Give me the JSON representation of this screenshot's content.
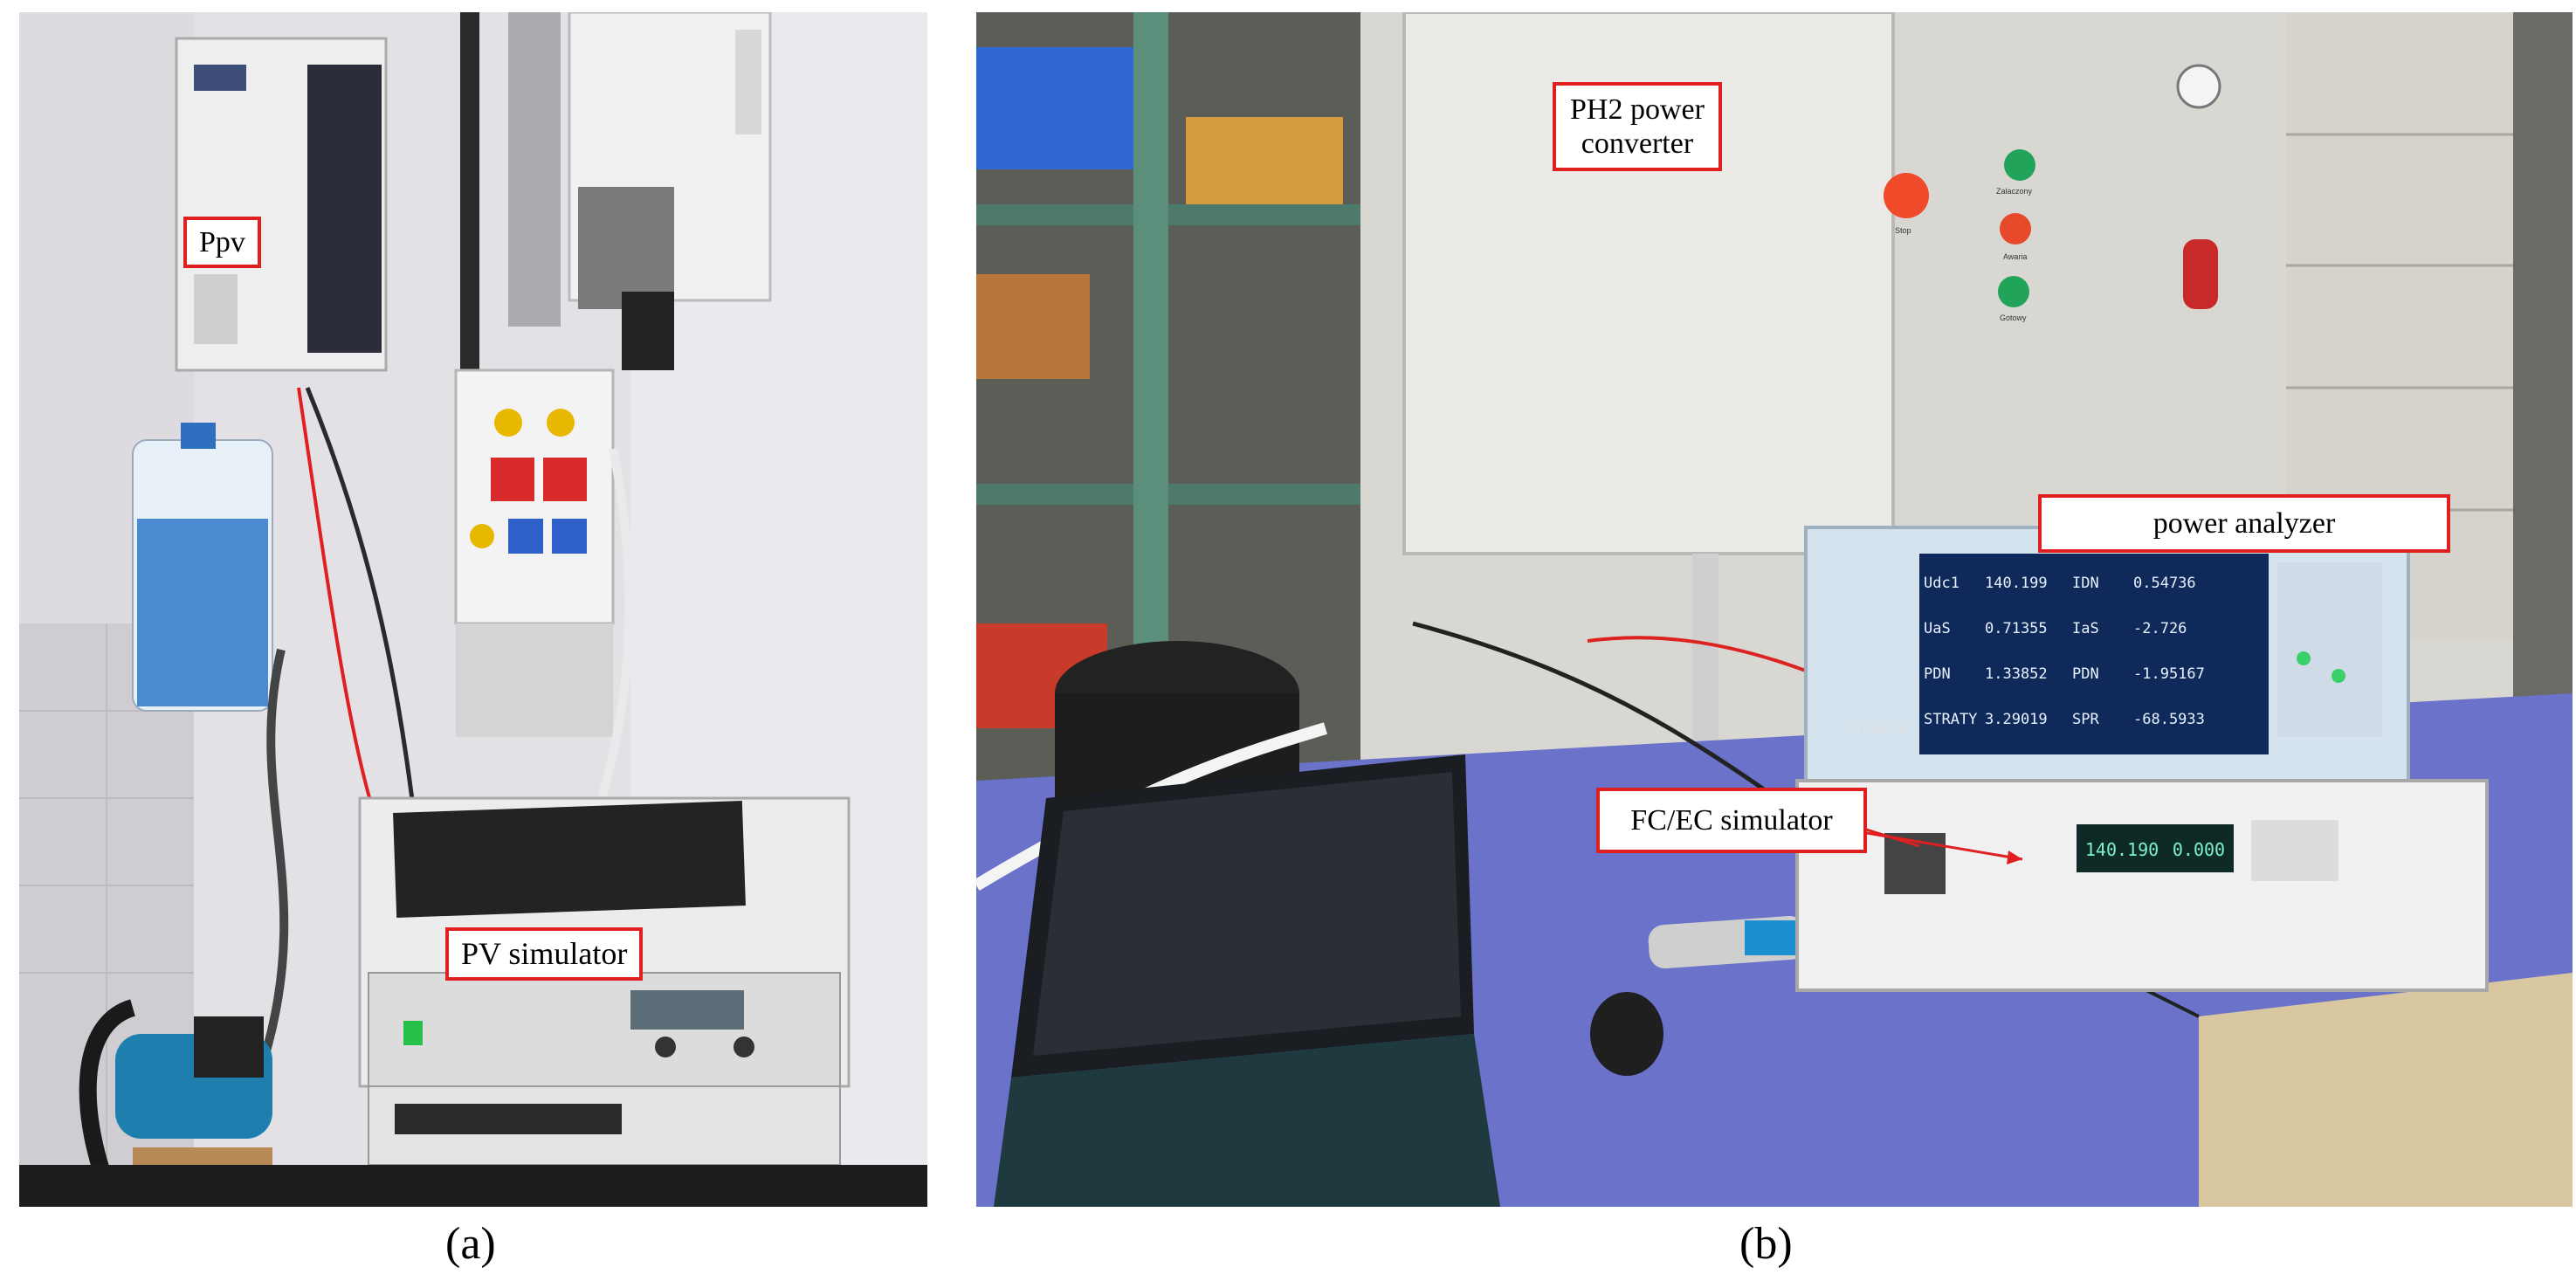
{
  "panel_a": {
    "label": "(a)",
    "callouts": {
      "ppv": "Ppv",
      "pv_simulator": "PV simulator"
    }
  },
  "panel_b": {
    "label": "(b)",
    "callouts": {
      "ph2_line1": "PH2 power",
      "ph2_line2": "converter",
      "power_analyzer": "power analyzer",
      "fc_ec_simulator": "FC/EC simulator"
    },
    "analyzer_screen": {
      "rows": [
        [
          "Udc1",
          "140.199",
          "IDN",
          "0.54736"
        ],
        [
          "UaS",
          "0.71355",
          "IaS",
          "-2.726"
        ],
        [
          "PDN",
          "1.33852",
          "PDN",
          "-1.95167"
        ],
        [
          "STRATY",
          "3.29019",
          "SPR",
          "-68.5933"
        ]
      ]
    },
    "simulator_screen": [
      "140.190",
      "0.000"
    ],
    "box_buttons": [
      "Stop",
      "Awaria",
      "Zalaczony",
      "Gotowy"
    ],
    "bench_text": "PLG1kV"
  },
  "colors": {
    "callout_border": "#e02020",
    "wall": "#e9e6ea",
    "bench": "#6a72c9"
  }
}
